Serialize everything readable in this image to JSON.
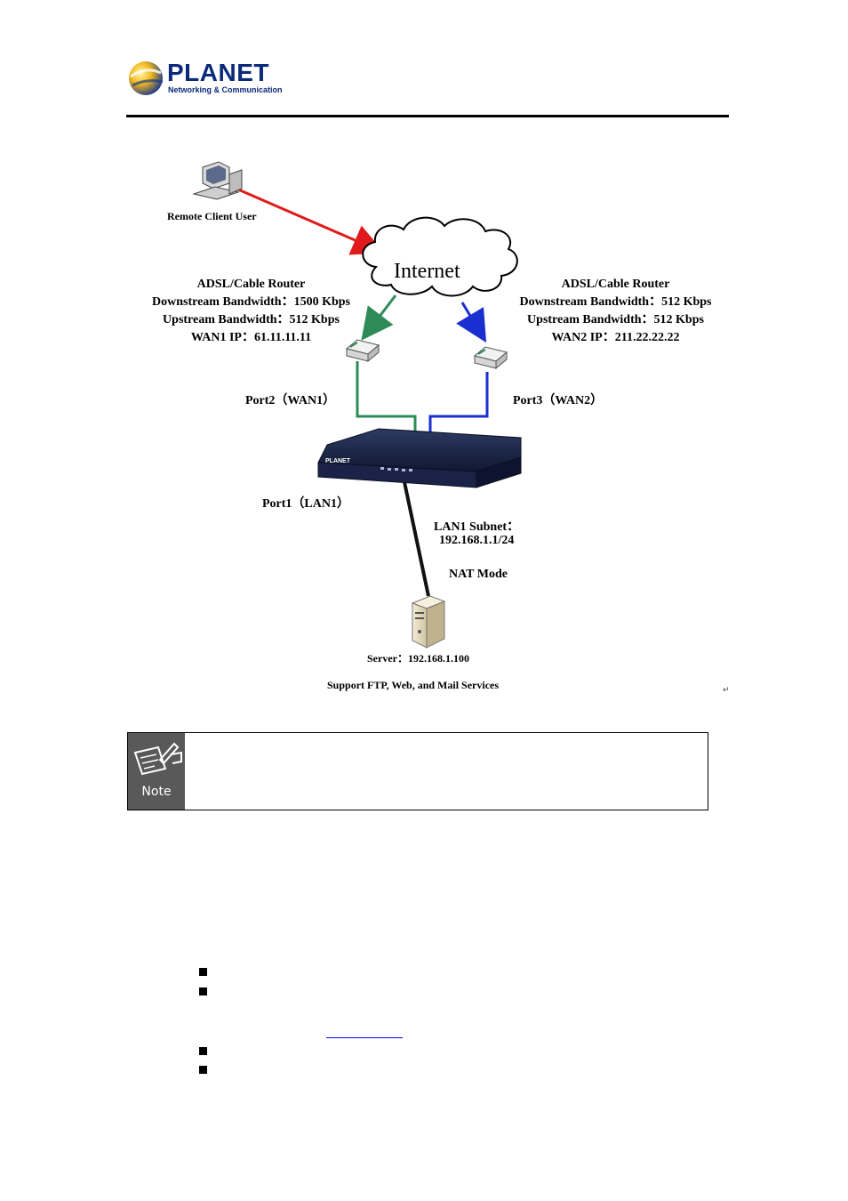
{
  "header": {
    "brand": "PLANET",
    "tagline": "Networking & Communication"
  },
  "diagram": {
    "remote_client": "Remote Client User",
    "internet": "Internet",
    "router_left": {
      "title": "ADSL/Cable Router",
      "downstream": "Downstream Bandwidth：1500 Kbps",
      "upstream": "Upstream Bandwidth：512 Kbps",
      "wan_ip": "WAN1 IP：61.11.11.11"
    },
    "router_right": {
      "title": "ADSL/Cable Router",
      "downstream": "Downstream Bandwidth：512 Kbps",
      "upstream": "Upstream Bandwidth：512 Kbps",
      "wan_ip": "WAN2 IP：211.22.22.22"
    },
    "port2": "Port2（WAN1）",
    "port3": "Port3（WAN2）",
    "port1": "Port1（LAN1）",
    "lan_subnet_label": "LAN1 Subnet：",
    "lan_subnet_value": "192.168.1.1/24",
    "nat_mode": "NAT Mode",
    "server": "Server：192.168.1.100",
    "services": "Support FTP, Web, and Mail Services"
  },
  "note": {
    "label": "Note"
  },
  "colors": {
    "red_link": "#e01b1b",
    "green_link": "#2e8b57",
    "blue_link": "#1a2fd0",
    "brand_blue": "#0b2a7a"
  }
}
